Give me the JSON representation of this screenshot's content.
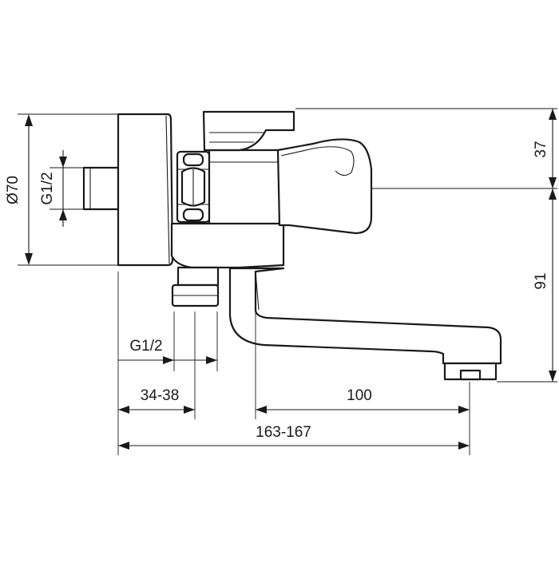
{
  "drawing": {
    "dimensions": {
      "body_diameter": "Ø70",
      "inlet_thread": "G1/2",
      "outlet_thread": "G1/2",
      "wall_to_outlet": "34-38",
      "spout_reach": "100",
      "total_length": "163-167",
      "handle_height": "37",
      "spout_height": "91"
    }
  }
}
